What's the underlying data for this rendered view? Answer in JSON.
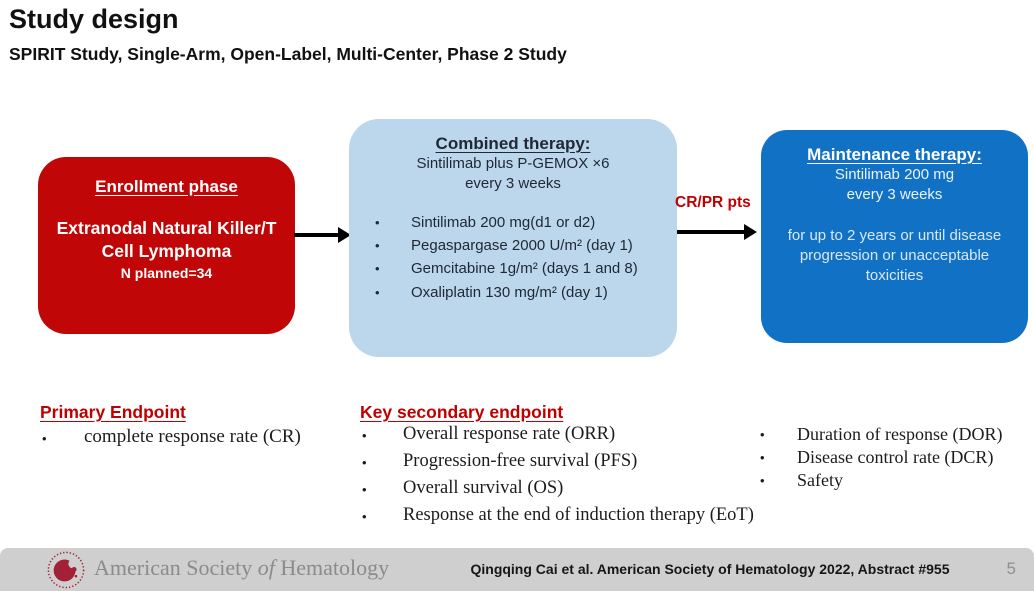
{
  "slide": {
    "title": "Study design",
    "subtitle": "SPIRIT Study, Single-Arm, Open-Label, Multi-Center, Phase 2 Study"
  },
  "colors": {
    "enrollment_box": "#c00606",
    "combined_box": "#bcd6ec",
    "maintenance_box": "#1171c4",
    "accent_red": "#c00000",
    "footer_bar": "#cfcfcf"
  },
  "diagram": {
    "enrollment_box": {
      "heading": "Enrollment phase",
      "main_text": "Extranodal Natural Killer/T Cell Lymphoma",
      "n_planned": "N planned=34"
    },
    "combined_box": {
      "heading": "Combined therapy:",
      "subheading_line1": "Sintilimab plus P-GEMOX ×6",
      "subheading_line2": "every 3 weeks",
      "bullet_char": "•",
      "bullets": [
        "Sintilimab 200 mg(d1 or d2)",
        "Pegaspargase 2000 U/m² (day 1)",
        "Gemcitabine 1g/m² (days 1 and 8)",
        "Oxaliplatin 130 mg/m² (day 1)"
      ]
    },
    "arrow2_label": "CR/PR pts",
    "maintenance_box": {
      "heading": "Maintenance therapy:",
      "subheading_line1": "Sintilimab 200 mg",
      "subheading_line2": "every 3 weeks",
      "body_text": "for up to 2 years or until disease progression or unacceptable toxicities"
    }
  },
  "endpoints": {
    "primary": {
      "heading": "Primary Endpoint",
      "bullets": [
        "complete response rate (CR)"
      ]
    },
    "secondary": {
      "heading": "Key secondary endpoint",
      "bullets": [
        "Overall response rate (ORR)",
        "Progression-free survival (PFS)",
        "Overall survival (OS)",
        "Response at the end of induction therapy (EoT)"
      ]
    },
    "additional": {
      "bullets": [
        "Duration of response (DOR)",
        "Disease control rate (DCR)",
        "Safety"
      ]
    }
  },
  "footer": {
    "brand_part1": "American Society ",
    "brand_of": "of",
    "brand_part2": " Hematology",
    "citation": "Qingqing Cai et al. American Society of Hematology 2022, Abstract #955",
    "page_number": "5"
  }
}
